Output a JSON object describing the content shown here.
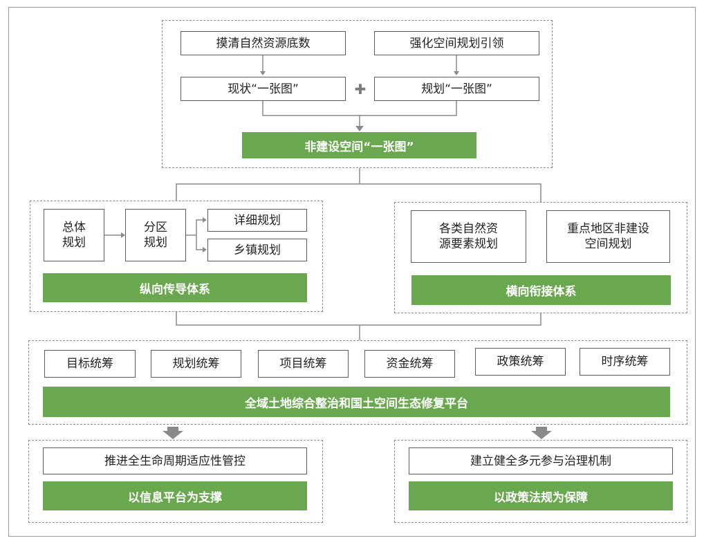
{
  "top": {
    "box1": "摸清自然资源底数",
    "box2": "强化空间规划引领",
    "box3": "现状“一张图”",
    "box4": "规划“一张图”",
    "plus": "✚",
    "result": "非建设空间“一张图”"
  },
  "vertical": {
    "overall": "总体\n规划",
    "district": "分区\n规划",
    "detail": "详细规划",
    "town": "乡镇规划",
    "bar": "纵向传导体系"
  },
  "horizontal": {
    "resources": "各类自然资\n源要素规划",
    "key_area": "重点地区非建设\n空间规划",
    "bar": "横向衔接体系"
  },
  "platform": {
    "items": [
      "目标统筹",
      "规划统筹",
      "项目统筹",
      "资金统筹",
      "政策统筹",
      "时序统筹"
    ],
    "bar": "全域土地综合整治和国土空间生态修复平台"
  },
  "bottom_left": {
    "box": "推进全生命周期适应性管控",
    "bar": "以信息平台为支撑"
  },
  "bottom_right": {
    "box": "建立健全多元参与治理机制",
    "bar": "以政策法规为保障"
  },
  "colors": {
    "green": "#6aa84f",
    "line": "#8a8a8a"
  }
}
